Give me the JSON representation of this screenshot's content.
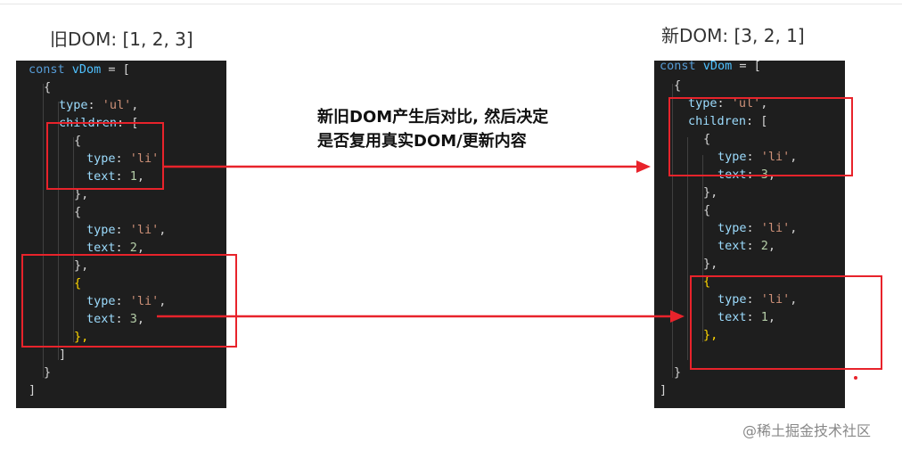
{
  "old_label": "旧DOM: [1, 2, 3]",
  "new_label": "新DOM: [3, 2, 1]",
  "caption_line1": "新旧DOM产生后对比, 然后决定",
  "caption_line2": "是否复用真实DOM/更新内容",
  "watermark": "@稀土掘金技术社区",
  "colors": {
    "highlight": "#e8232b",
    "editor_bg": "#1e1e1e"
  },
  "left_code": {
    "line1_kw": "const",
    "line1_var": "vDom",
    "line1_rest": " = [",
    "open_brace": "{",
    "type_key": "type",
    "type_ul": "'ul'",
    "children_key": "children",
    "children_open": "[",
    "item1_type_val": "'li'",
    "item1_text_key": "text",
    "item1_text_val": "1",
    "item2_type_val": "'li'",
    "item2_text_val": "2",
    "item3_type_val": "'li'",
    "item3_text_val": "3",
    "close_item_comma": "},",
    "close_children": "]",
    "close_brace": "}",
    "close_array": "]"
  },
  "right_code": {
    "line1_kw": "const",
    "line1_var": "vDom",
    "line1_rest": " = [",
    "open_brace": "{",
    "type_key": "type",
    "type_ul": "'ul'",
    "children_key": "children",
    "children_open": "[",
    "item1_type_val": "'li'",
    "item1_text_key": "text",
    "item1_text_val": "3",
    "item2_type_val": "'li'",
    "item2_text_val": "2",
    "item3_type_val": "'li'",
    "item3_text_val": "1",
    "close_item_comma": "},",
    "close_brace": "}",
    "close_array": "]"
  }
}
